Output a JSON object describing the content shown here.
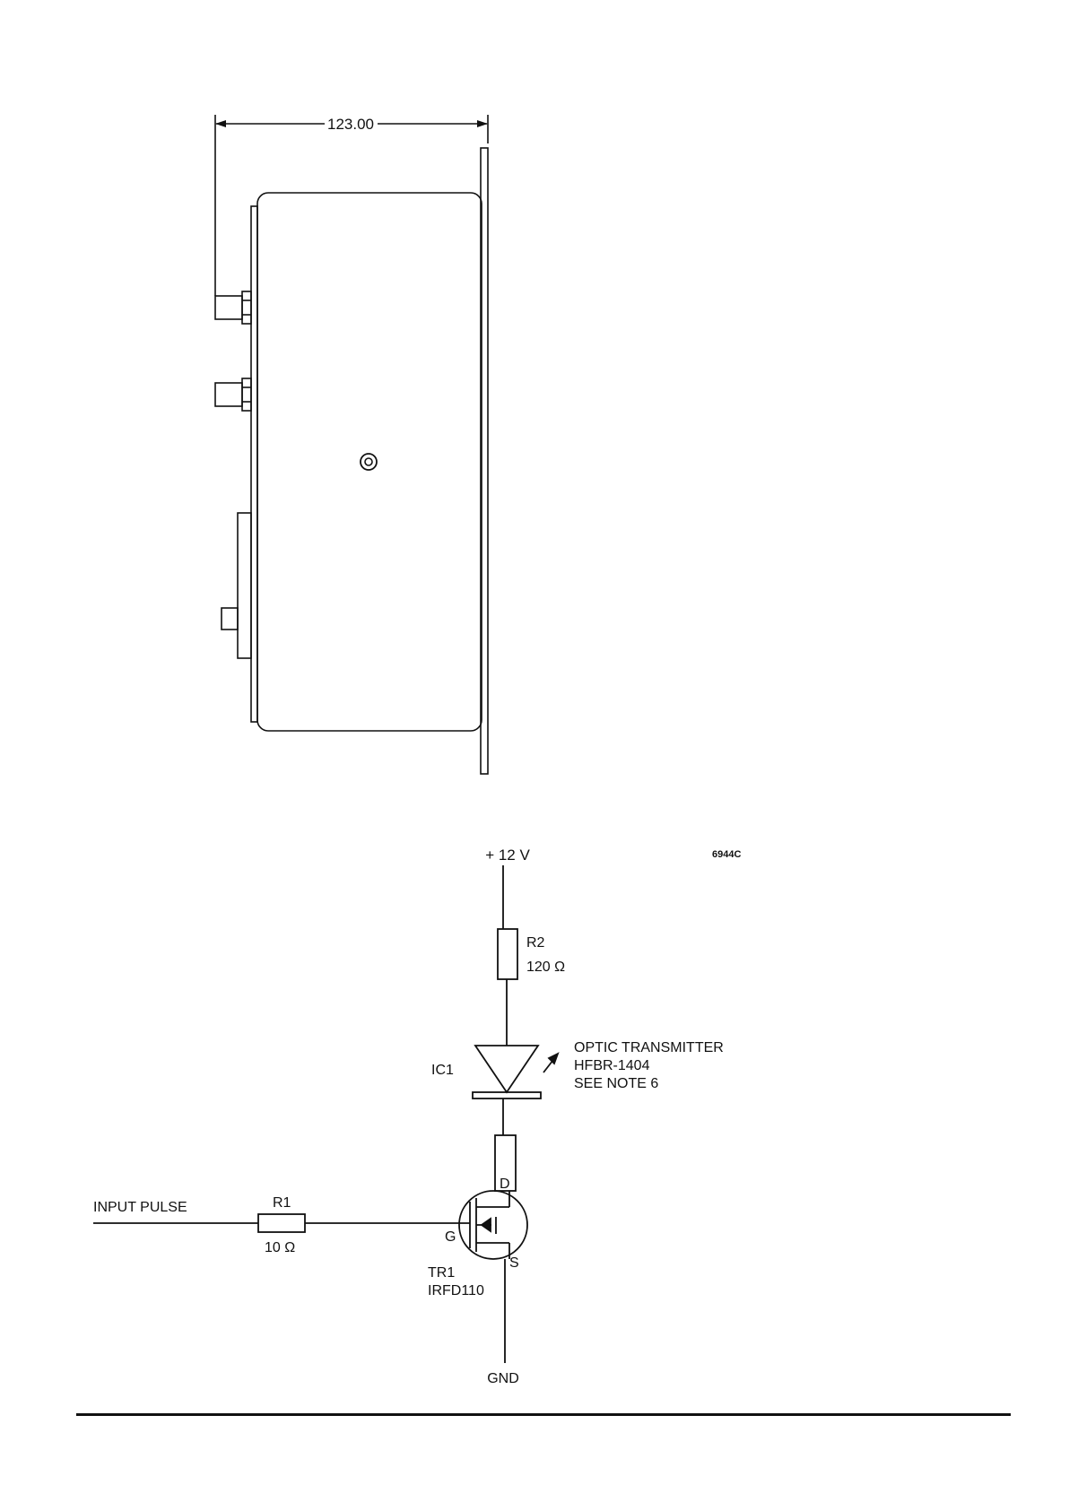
{
  "mechanical": {
    "dimension_label": "123.00"
  },
  "schematic": {
    "drawing_ref": "6944C",
    "supply_label": "+ 12 V",
    "r2_name": "R2",
    "r2_value": "120 Ω",
    "ic1_name": "IC1",
    "transmitter_line1": "OPTIC TRANSMITTER",
    "transmitter_line2": "HFBR-1404",
    "transmitter_line3": "SEE NOTE 6",
    "input_label": "INPUT PULSE",
    "r1_name": "R1",
    "r1_value": "10 Ω",
    "pin_d": "D",
    "pin_g": "G",
    "pin_s": "S",
    "tr1_name": "TR1",
    "tr1_part": "IRFD110",
    "gnd_label": "GND"
  },
  "colors": {
    "ink": "#111111",
    "background": "#ffffff"
  }
}
